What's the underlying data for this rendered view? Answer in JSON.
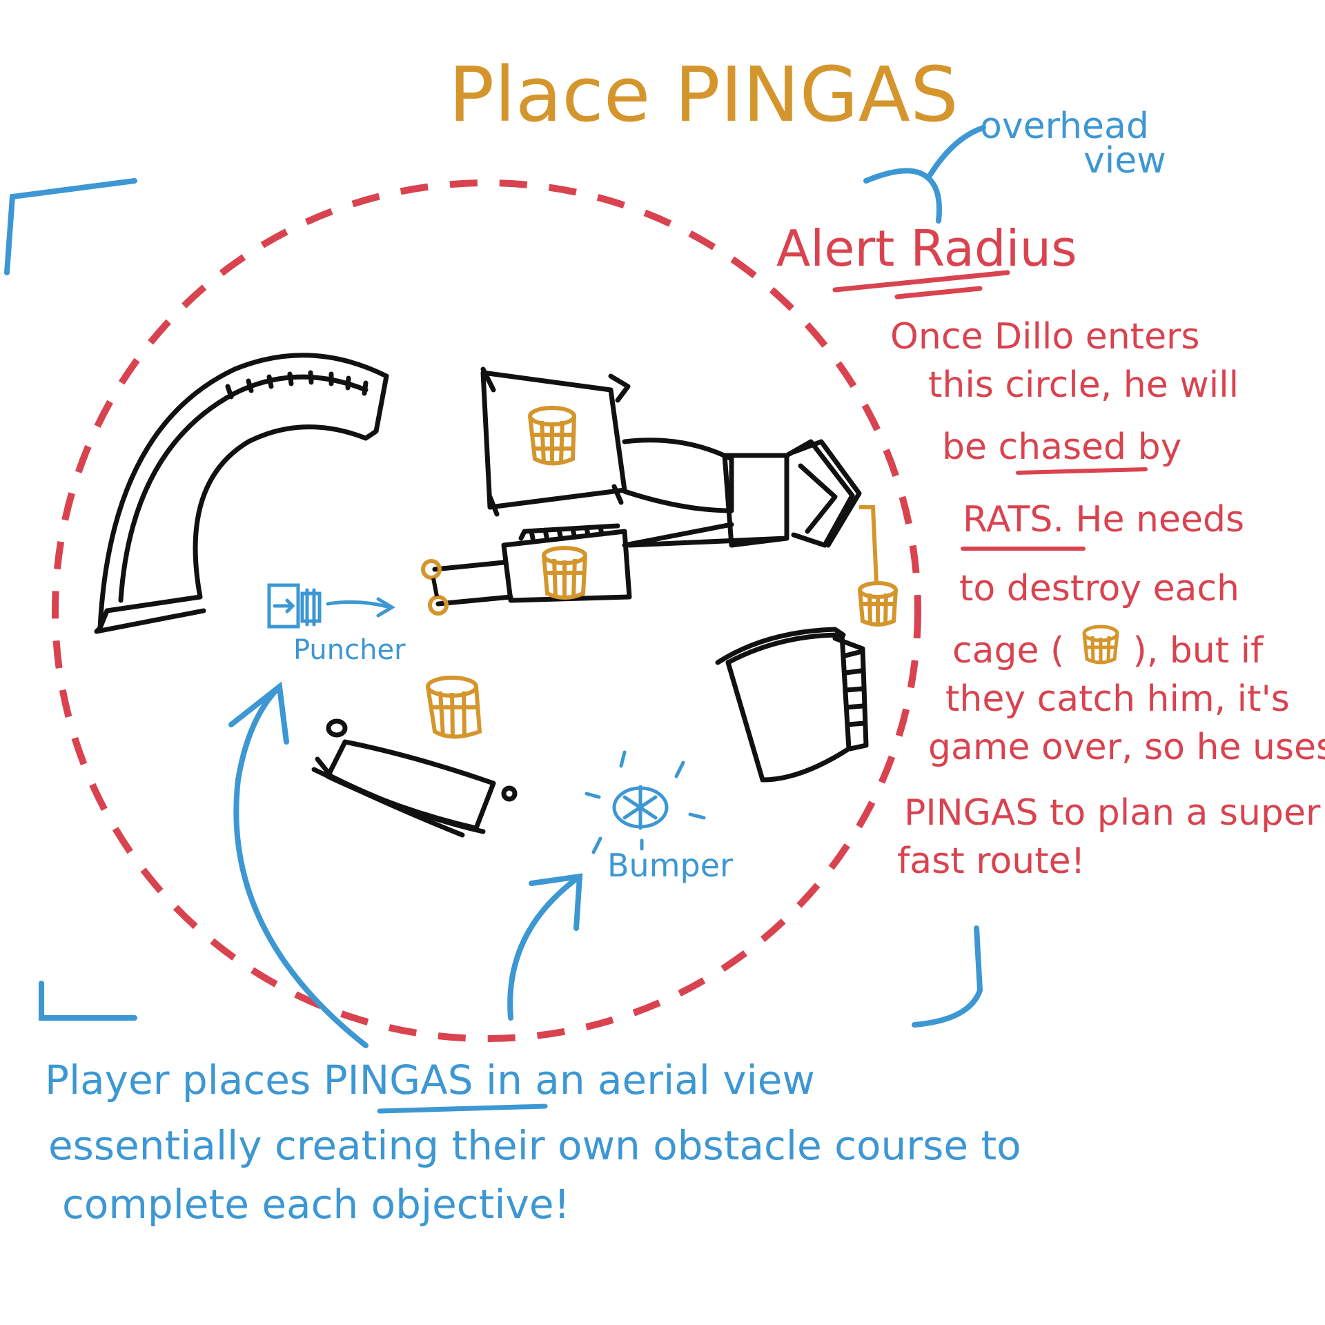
{
  "title": "Place PINGAS",
  "overhead_label": [
    "overhead",
    "view"
  ],
  "alert_radius_label": "Alert Radius",
  "alert_description": [
    "Once Dillo enters",
    "this circle, he will",
    "be chased by",
    "RATS. He needs",
    "to destroy each",
    "cage (      ), but if",
    "they catch him, it's",
    "game over, so he uses",
    "PINGAS to plan a super",
    "fast route!"
  ],
  "puncher_label": "Puncher",
  "bumper_label": "Bumper",
  "player_description": [
    "Player places PINGAS in an aerial view",
    "essentially creating their own obstacle course to",
    "complete each objective!"
  ],
  "colors": {
    "title": "#d4962c",
    "annotation_blue": "#3c97d3",
    "alert_red": "#d9434f",
    "ink": "#111111",
    "cage": "#d4962c"
  }
}
